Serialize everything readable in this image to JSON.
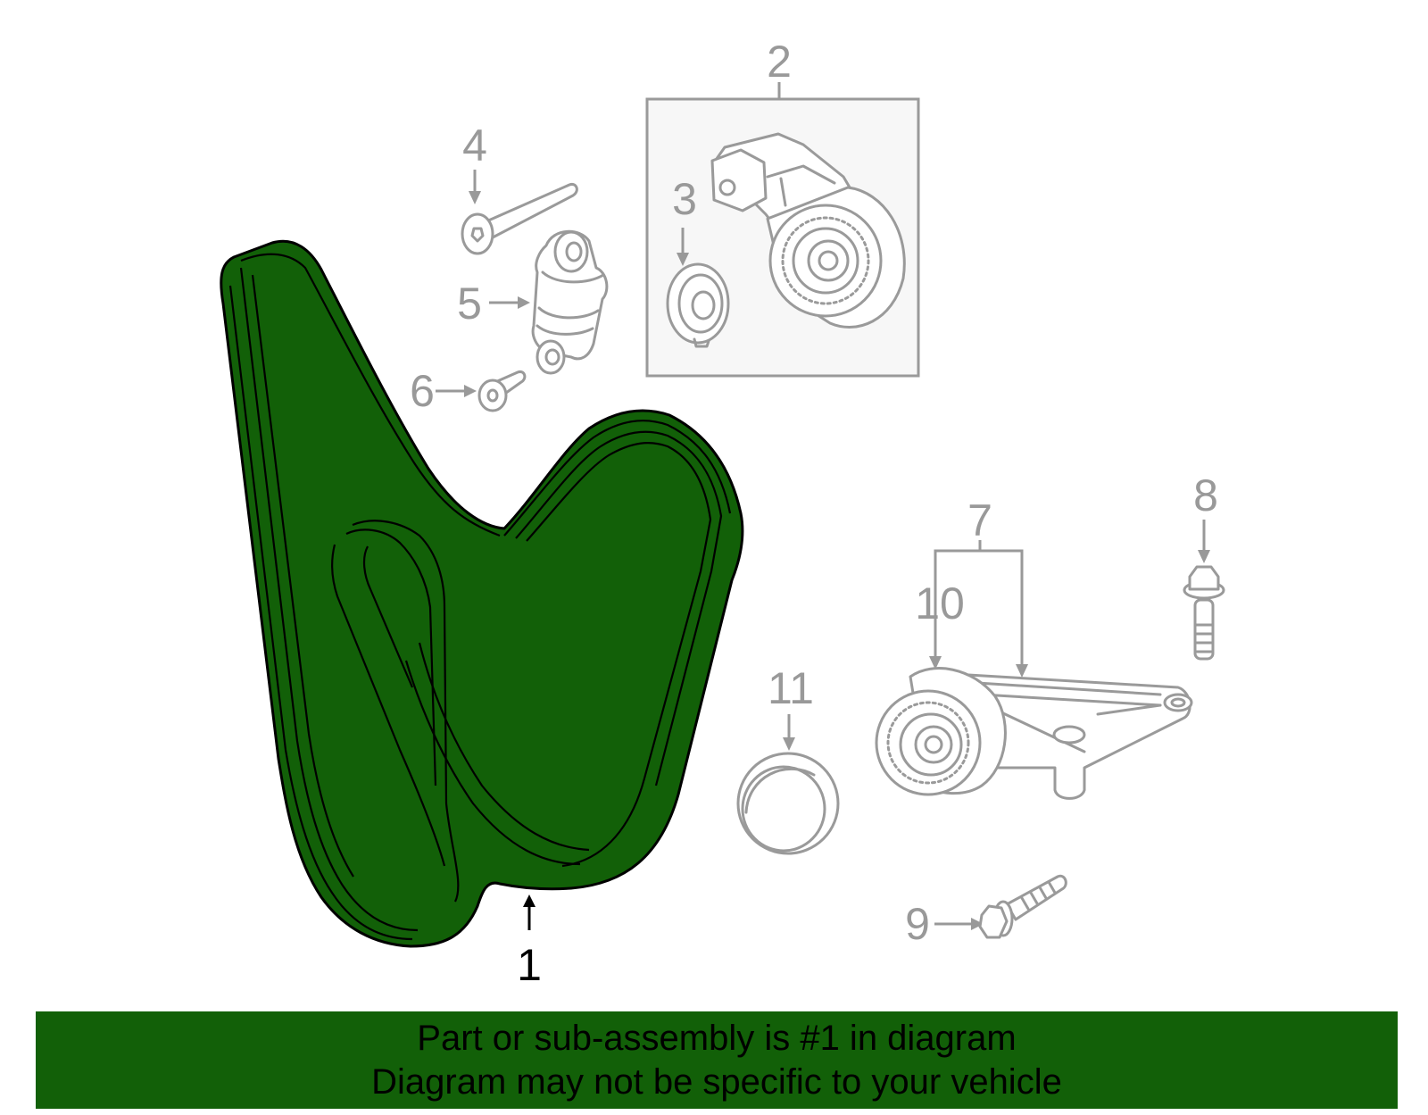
{
  "colors": {
    "highlight": "#126008",
    "part_outline": "#9a9a9a",
    "callout_grey": "#999999",
    "callout_highlight": "#000000",
    "kit_box_fill": "#f7f7f7"
  },
  "callouts": {
    "c1": "1",
    "c2": "2",
    "c3": "3",
    "c4": "4",
    "c5": "5",
    "c6": "6",
    "c7": "7",
    "c8": "8",
    "c9": "9",
    "c10": "10",
    "c11": "11"
  },
  "highlighted_part": "1",
  "banner": {
    "line1": "Part or sub-assembly is #1 in diagram",
    "line2": "Diagram may not be specific to your vehicle"
  }
}
